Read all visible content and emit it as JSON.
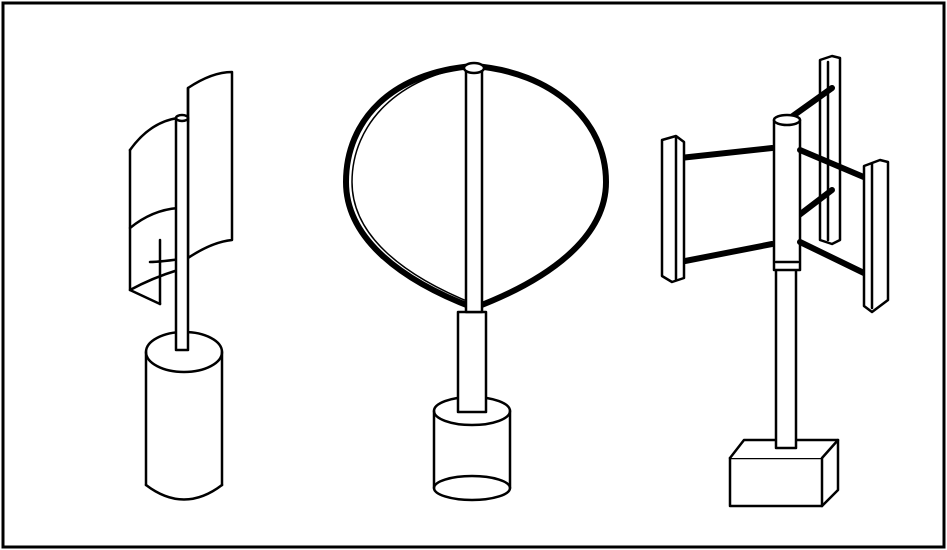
{
  "figure": {
    "panels": [
      {
        "id": "savonius",
        "icon": "savonius-turbine-drawing"
      },
      {
        "id": "darrieus",
        "icon": "darrieus-turbine-drawing"
      },
      {
        "id": "h-rotor",
        "icon": "h-rotor-turbine-drawing"
      }
    ],
    "colors": {
      "line": "#000000",
      "background": "#ffffff"
    }
  }
}
